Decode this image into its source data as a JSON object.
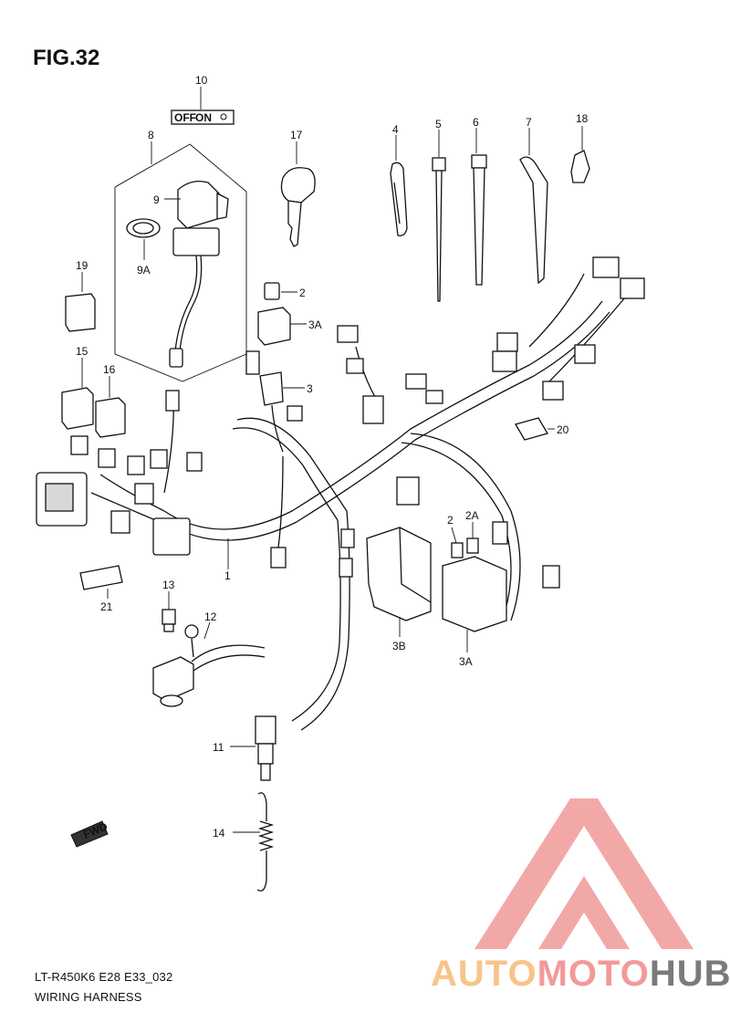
{
  "figure": {
    "title": "FIG.32",
    "model_code": "LT-R450K6 E28 E33_032",
    "caption": "WIRING HARNESS"
  },
  "switch_plate": {
    "off": "OFF",
    "on": "ON"
  },
  "fwd_label": "FWD",
  "callouts": {
    "c1": "1",
    "c2a": "2",
    "c2b": "2",
    "c2A": "2A",
    "c3": "3",
    "c3A_top": "3A",
    "c3A_bottom": "3A",
    "c3B": "3B",
    "c4": "4",
    "c5": "5",
    "c6": "6",
    "c7": "7",
    "c8": "8",
    "c9": "9",
    "c9A": "9A",
    "c10": "10",
    "c11": "11",
    "c12": "12",
    "c13": "13",
    "c14": "14",
    "c15": "15",
    "c16": "16",
    "c17": "17",
    "c18": "18",
    "c19": "19",
    "c20": "20",
    "c21": "21"
  },
  "watermark": {
    "part1": "AUTO",
    "part2": "MOTO",
    "part3": "HUB",
    "colors": {
      "auto": "#f9c48a",
      "moto": "#f29a9a",
      "hub": "#7a7a7a",
      "triangle": "#f29a9a"
    }
  }
}
